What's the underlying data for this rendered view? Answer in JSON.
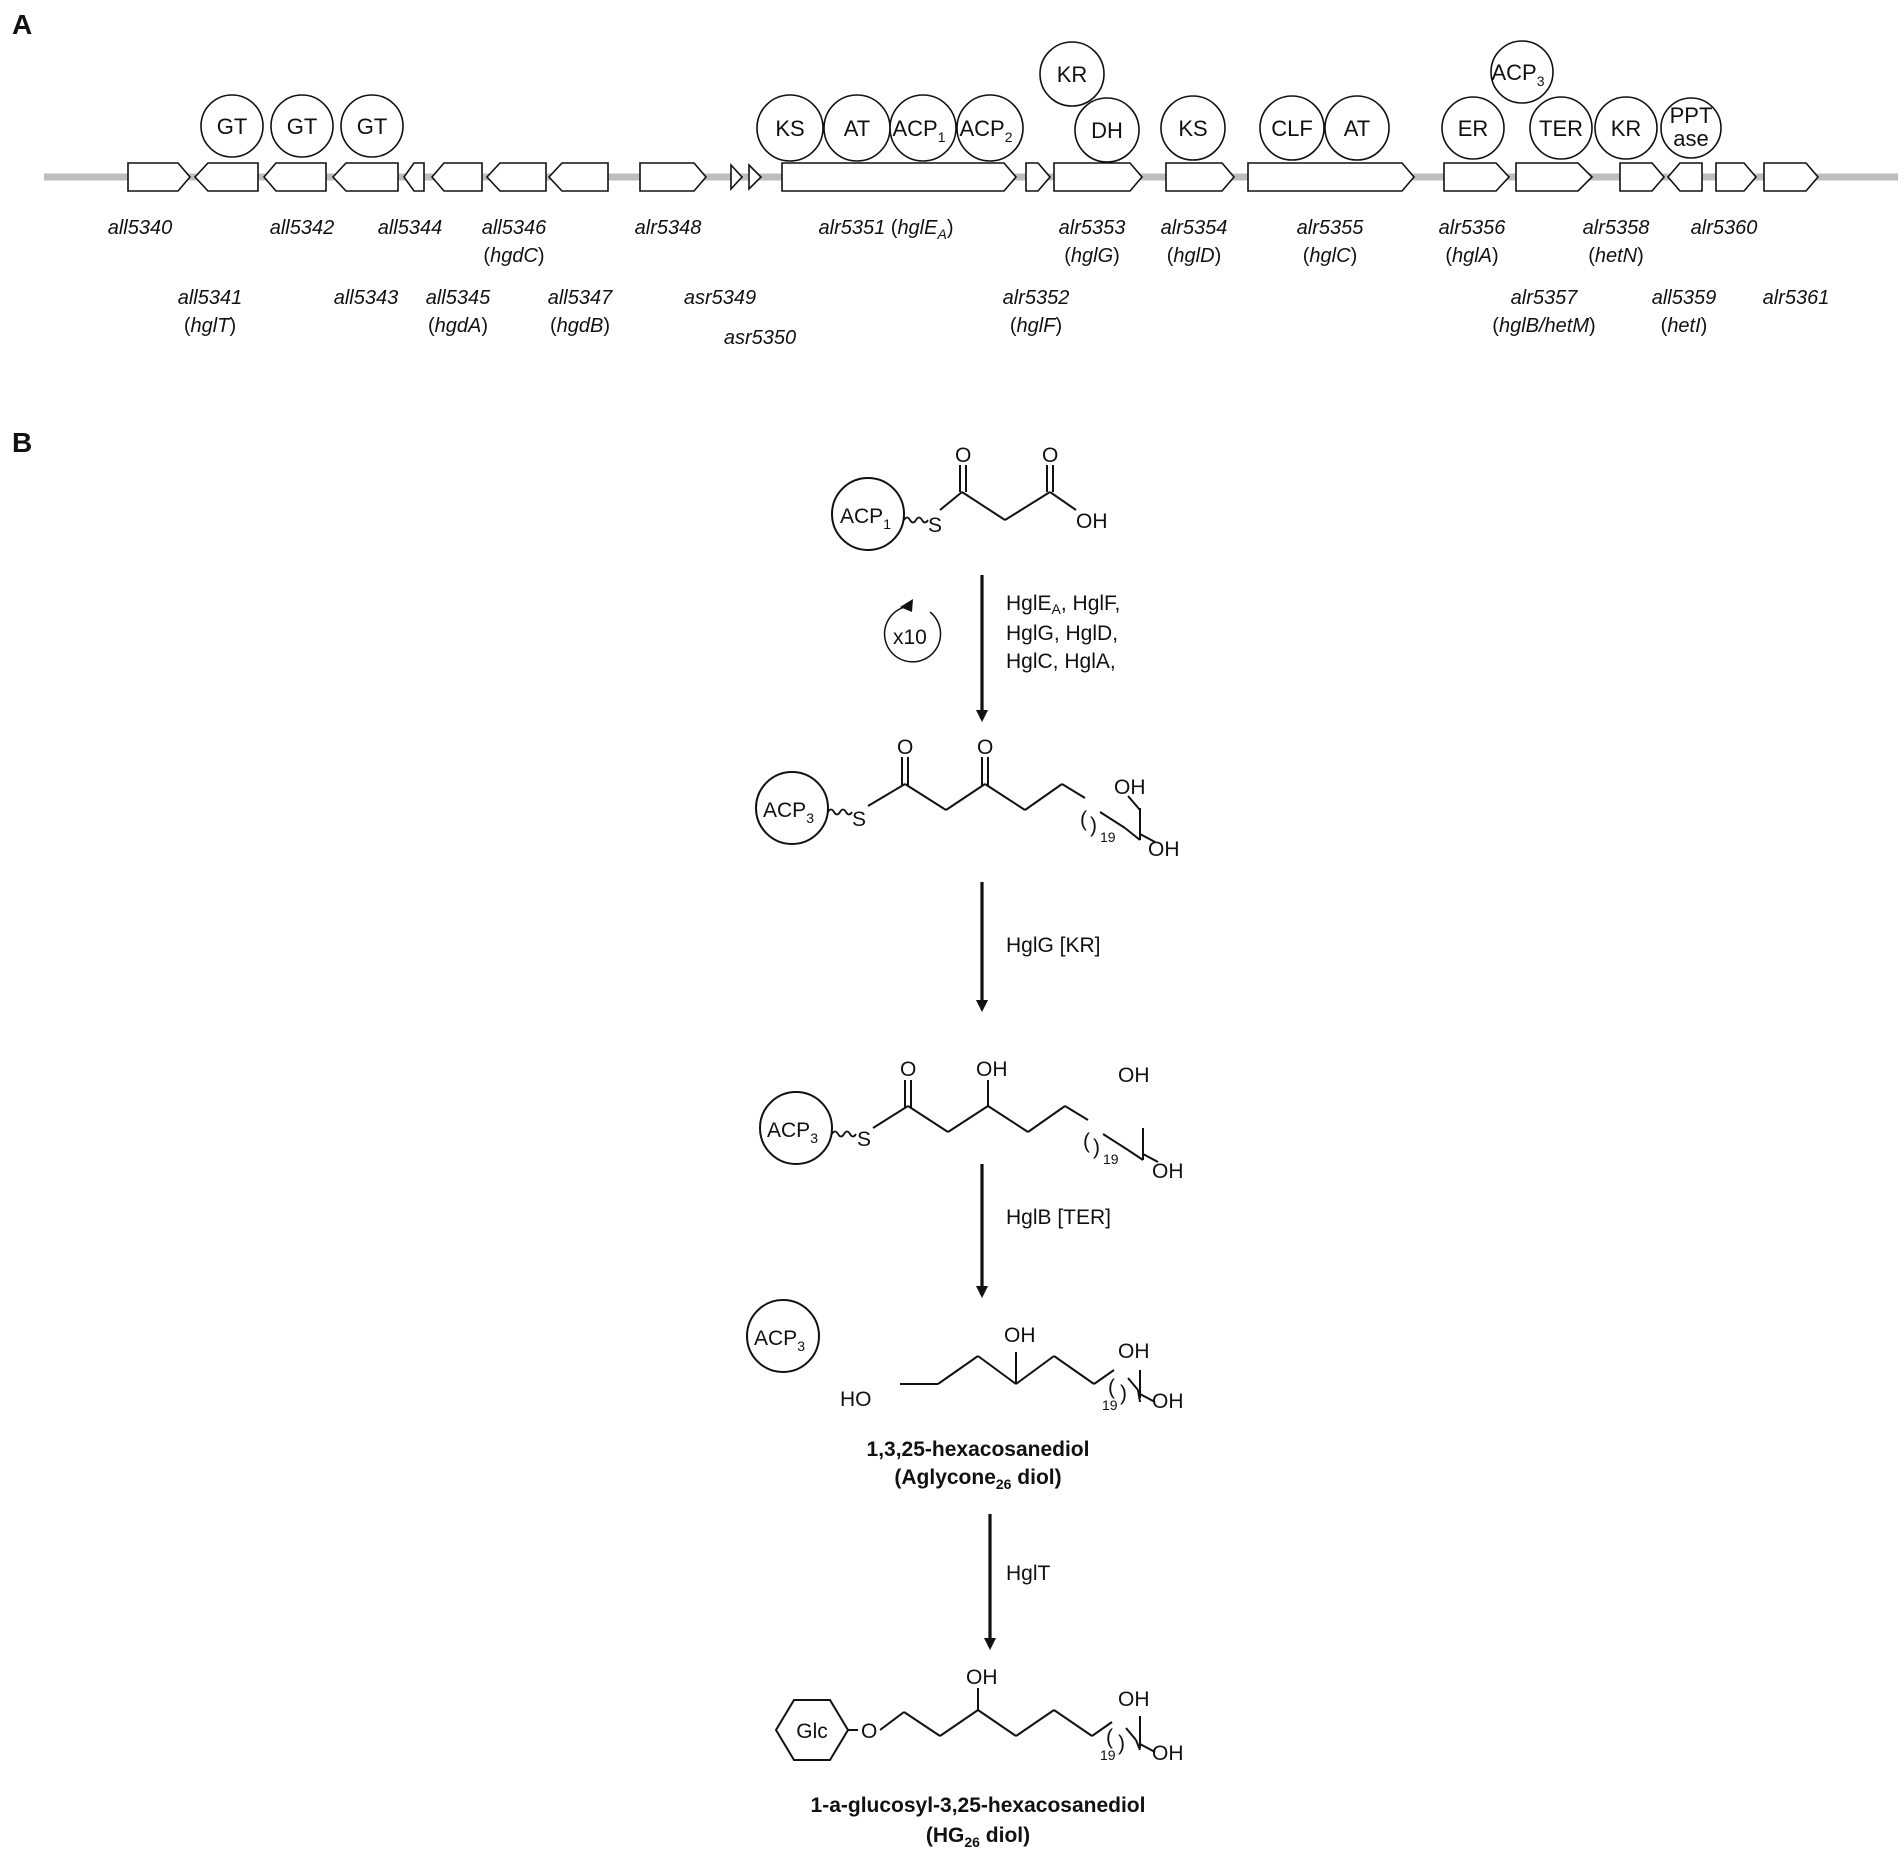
{
  "panels": [
    "A",
    "B"
  ],
  "domains": [
    "GT",
    "GT",
    "GT",
    "KS",
    "AT",
    "ACP",
    "1",
    "ACP",
    "2",
    "KR",
    "DH",
    "KS",
    "CLF",
    "AT",
    "ER",
    "ACP",
    "3",
    "TER",
    "KR",
    "PPT",
    "ase"
  ],
  "genes_top": [
    {
      "name": "all5340"
    },
    {
      "name": "all5342"
    },
    {
      "name": "all5344"
    },
    {
      "name": "all5346",
      "paren": "hgdC"
    },
    {
      "name": "alr5348"
    },
    {
      "name": "alr5351",
      "paren": "hglE",
      "paren_sub": "A"
    },
    {
      "name": "alr5353",
      "paren": "hglG"
    },
    {
      "name": "alr5354",
      "paren": "hglD"
    },
    {
      "name": "alr5355",
      "paren": "hglC"
    },
    {
      "name": "alr5356",
      "paren": "hglA"
    },
    {
      "name": "alr5358",
      "paren": "hetN"
    },
    {
      "name": "alr5360"
    }
  ],
  "genes_bottom": [
    {
      "name": "all5341",
      "paren": "hglT"
    },
    {
      "name": "all5343"
    },
    {
      "name": "all5345",
      "paren": "hgdA"
    },
    {
      "name": "all5347",
      "paren": "hgdB"
    },
    {
      "name": "asr5349"
    },
    {
      "name": "asr5350"
    },
    {
      "name": "alr5352",
      "paren": "hglF"
    },
    {
      "name": "alr5357",
      "paren": "hglB/hetM"
    },
    {
      "name": "all5359",
      "paren": "hetI"
    },
    {
      "name": "alr5361"
    }
  ],
  "chem": {
    "acp": "ACP",
    "sub1": "1",
    "sub3": "3",
    "s": "S",
    "o": "O",
    "oh": "OH",
    "ho": "HO",
    "n19": "19",
    "glc": "Glc",
    "paren_open": "(",
    "paren_close": ")"
  },
  "loop_label": "x10",
  "steps": [
    {
      "lines": [
        "HglE|A|, HglF,",
        "HglG, HglD,",
        "HglC,  HglA,"
      ]
    },
    {
      "lines": [
        "HglG [KR]"
      ]
    },
    {
      "lines": [
        "HglB [TER]"
      ]
    },
    {
      "lines": [
        "HglT"
      ]
    }
  ],
  "products": [
    {
      "line1": "1,3,25-hexacosanediol",
      "line2_pre": "(Aglycone",
      "line2_sub": "26",
      "line2_post": " diol)"
    },
    {
      "line1": "1-a-glucosyl-3,25-hexacosanediol",
      "line2_pre": "(HG",
      "line2_sub": "26",
      "line2_post": " diol)"
    }
  ]
}
